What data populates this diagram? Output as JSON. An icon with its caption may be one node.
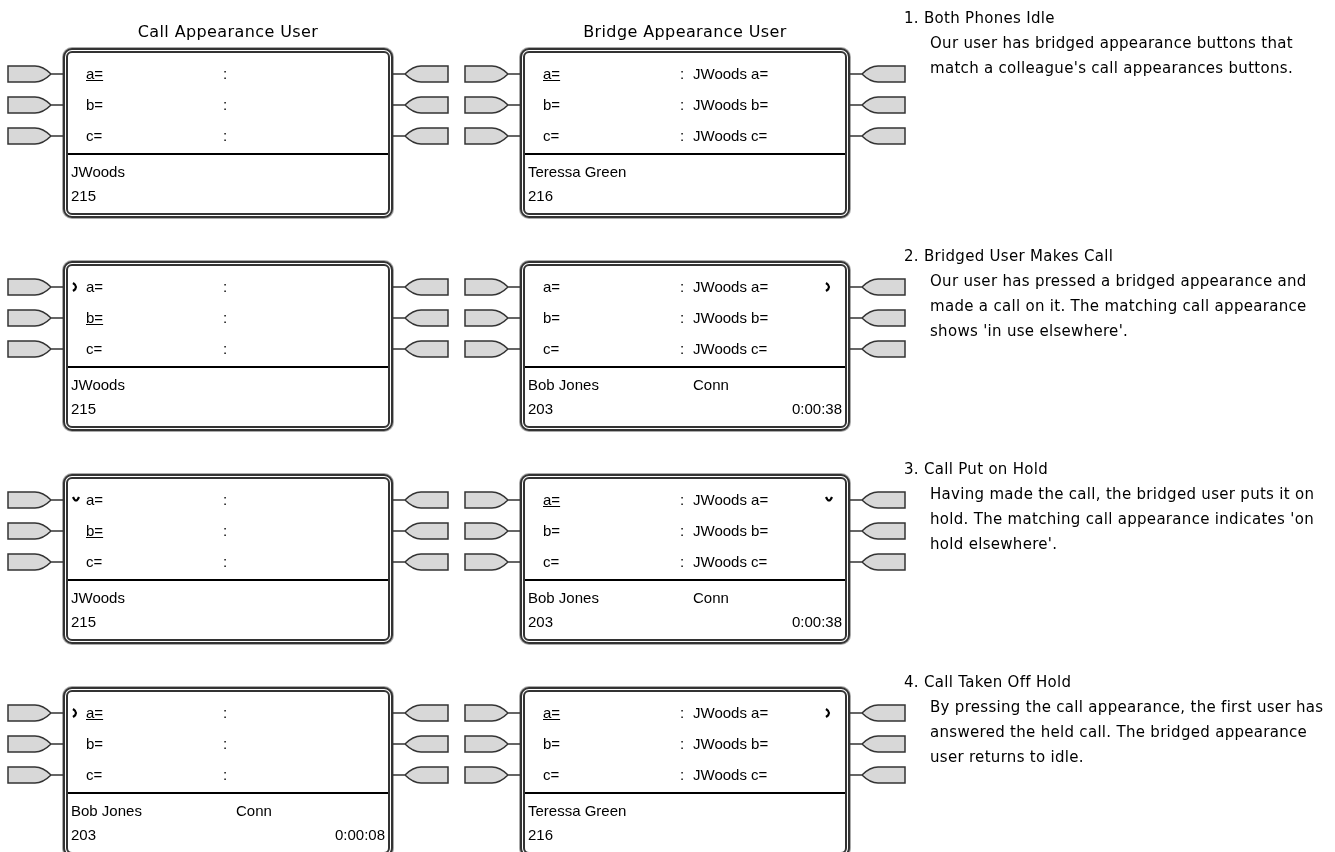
{
  "diagram": {
    "nodes": [
      {
        "text": [
          "a=",
          ":",
          "b=",
          ":",
          "c=",
          ":",
          "JWoods",
          "215"
        ]
      },
      {
        "text": [
          "a=",
          ":",
          "JWoods a=",
          "b=",
          ":",
          "JWoods b=",
          "c=",
          ":",
          "JWoods c=",
          "Teressa Green",
          "216"
        ]
      },
      {
        "text": [
          "a=",
          ":",
          "b=",
          ":",
          "c=",
          ":",
          "JWoods",
          "215"
        ]
      },
      {
        "text": [
          "a=",
          ":",
          "JWoods a=",
          "b=",
          ":",
          "JWoods b=",
          "c=",
          ":",
          "JWoods c=",
          "Bob Jones",
          "Conn",
          "203",
          "0:00:38"
        ]
      },
      {
        "text": [
          "a=",
          ":",
          "b=",
          ":",
          "c=",
          ":",
          "JWoods",
          "215"
        ]
      },
      {
        "text": [
          "a=",
          ":",
          "JWoods a=",
          "b=",
          ":",
          "JWoods b=",
          "c=",
          ":",
          "JWoods c=",
          "Bob Jones",
          "Conn",
          "203",
          "0:00:38"
        ]
      },
      {
        "text": [
          "a=",
          ":",
          "b=",
          ":",
          "c=",
          ":",
          "Bob Jones",
          "Conn",
          "203",
          "0:00:08"
        ]
      },
      {
        "text": [
          "a=",
          ":",
          "JWoods a=",
          "b=",
          ":",
          "JWoods b=",
          "c=",
          ":",
          "JWoods c=",
          "Teressa Green",
          "216"
        ]
      }
    ],
    "labels": [
      "Call Appearance User",
      "Bridge Appearance User",
      "1. Both Phones Idle",
      "Our user has bridged appearance buttons that match a colleague's call appearances buttons.",
      "2. Bridged User Makes Call",
      "Our user has pressed a bridged appearance and made a call on it. The matching call appearance shows 'in use elsewhere'.",
      "3. Call Put on Hold",
      "Having made the call, the bridged user puts it on hold. The matching call appearance indicates 'on hold elsewhere'.",
      "4. Call Taken Off Hold",
      "By pressing the call appearance, the first user has answered the held call. The bridged appearance user returns to idle."
    ]
  }
}
